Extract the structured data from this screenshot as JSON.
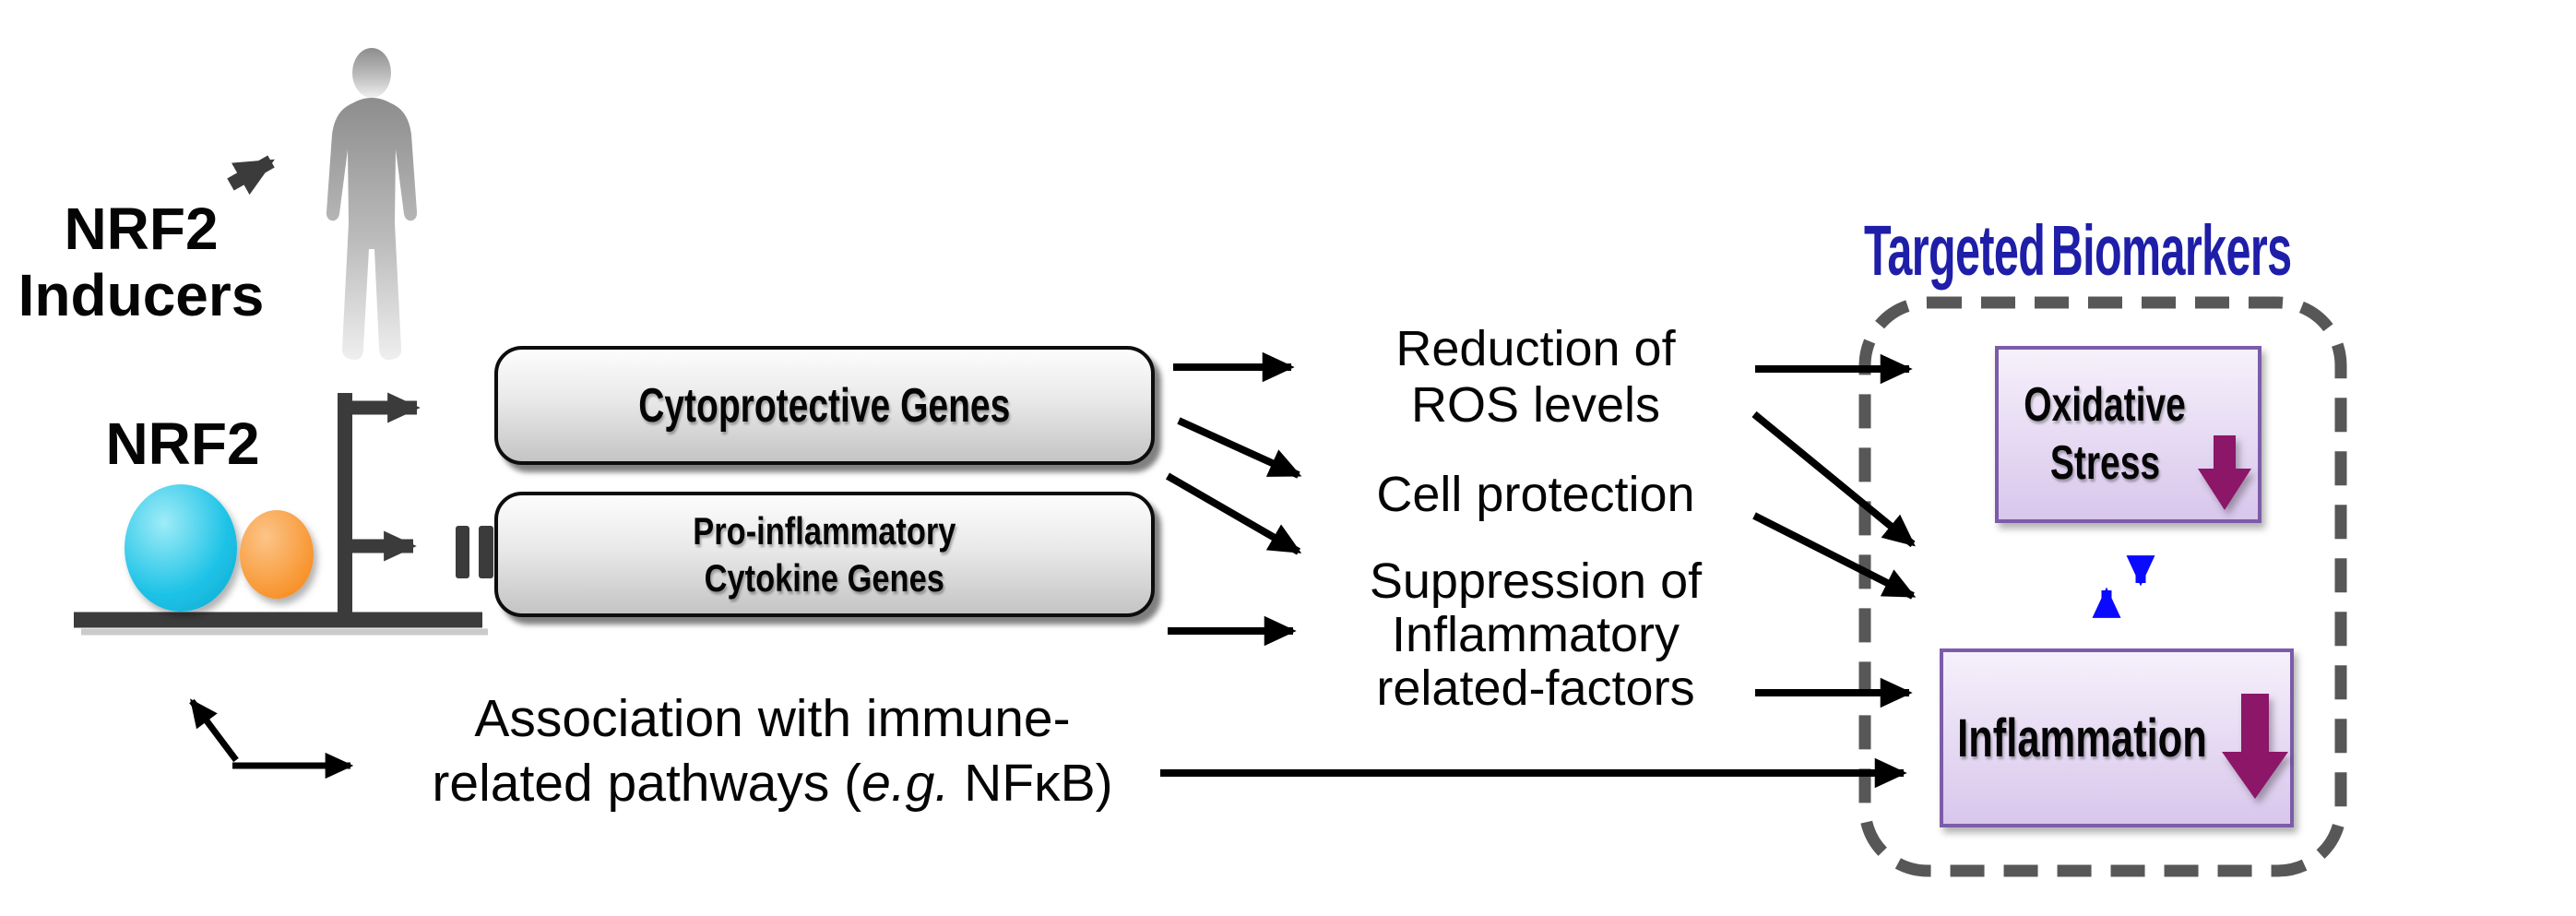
{
  "inducers": {
    "line1": "NRF2",
    "line2": "Inducers"
  },
  "nrf2_complex": {
    "label": "NRF2"
  },
  "genes": {
    "cytoprotective": "Cytoprotective Genes",
    "proinflammatory_line1": "Pro-inflammatory",
    "proinflammatory_line2": "Cytokine Genes"
  },
  "effects": {
    "ros_line1": "Reduction of",
    "ros_line2": "ROS levels",
    "cell_protection": "Cell protection",
    "suppression_line1": "Suppression of",
    "suppression_line2": "Inflammatory",
    "suppression_line3": "related-factors"
  },
  "association": {
    "line1": "Association with immune-",
    "line2_pre": "related pathways (",
    "line2_italic": "e.g.",
    "line2_post": " NFκB)"
  },
  "biomarkers": {
    "title": "Targeted Biomarkers",
    "oxidative_line1": "Oxidative",
    "oxidative_line2": "Stress",
    "inflammation": "Inflammation"
  },
  "icons": {
    "oxidative_trend": "down-arrow",
    "inflammation_trend": "down-arrow",
    "interplay": "up-down-arrows",
    "inhibition": "pause-bars"
  },
  "colors": {
    "title_blue": "#1e1ea8",
    "interplay_blue": "#0a0aff",
    "trend_magenta": "#8c1768",
    "purple_box_border": "#7b5ca9",
    "purple_box_fill": "#e6d9f3",
    "gray_box_fill": "#d9d9d9",
    "dashed_border": "#575757",
    "dark_gray": "#3b3b3b",
    "nrf2_cyan": "#1fc3e7",
    "partner_orange": "#f78d20",
    "arrow_black": "#000000"
  }
}
